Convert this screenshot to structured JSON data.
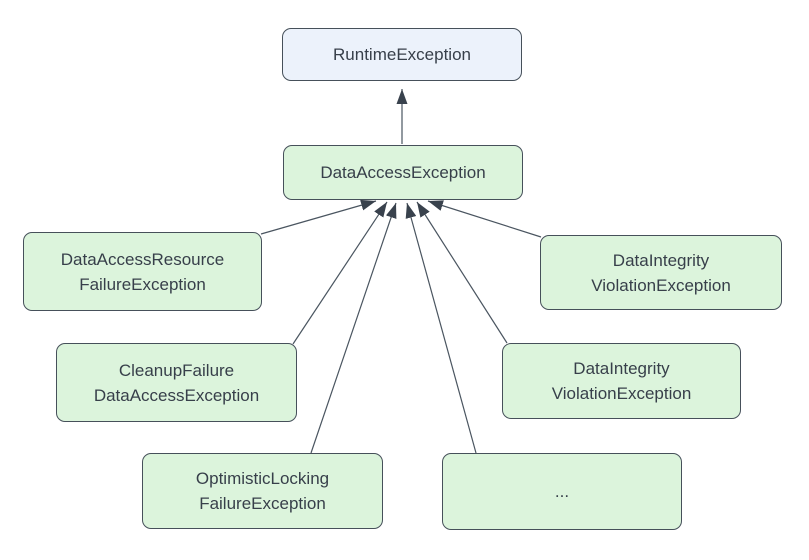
{
  "diagram": {
    "type": "class-hierarchy",
    "colors": {
      "node_fill_blue": "#ecf2fb",
      "node_fill_green": "#dcf4dc",
      "node_border": "#46505a",
      "edge_line": "#4a5560",
      "arrowhead_fill": "#39424d",
      "text": "#373f4a",
      "background": "#ffffff"
    },
    "nodes": {
      "runtime": {
        "line1": "RuntimeException"
      },
      "data_access": {
        "line1": "DataAccessException"
      },
      "resource_failure": {
        "line1": "DataAccessResource",
        "line2": "FailureException"
      },
      "cleanup_failure": {
        "line1": "CleanupFailure",
        "line2": "DataAccessException"
      },
      "optimistic_locking": {
        "line1": "OptimisticLocking",
        "line2": "FailureException"
      },
      "ellipsis": {
        "line1": "..."
      },
      "integrity_upper": {
        "line1": "DataIntegrity",
        "line2": "ViolationException"
      },
      "integrity_lower": {
        "line1": "DataIntegrity",
        "line2": "ViolationException"
      }
    },
    "edges": [
      {
        "from": "data_access",
        "to": "runtime"
      },
      {
        "from": "resource_failure",
        "to": "data_access"
      },
      {
        "from": "cleanup_failure",
        "to": "data_access"
      },
      {
        "from": "optimistic_locking",
        "to": "data_access"
      },
      {
        "from": "ellipsis",
        "to": "data_access"
      },
      {
        "from": "integrity_lower",
        "to": "data_access"
      },
      {
        "from": "integrity_upper",
        "to": "data_access"
      }
    ]
  }
}
